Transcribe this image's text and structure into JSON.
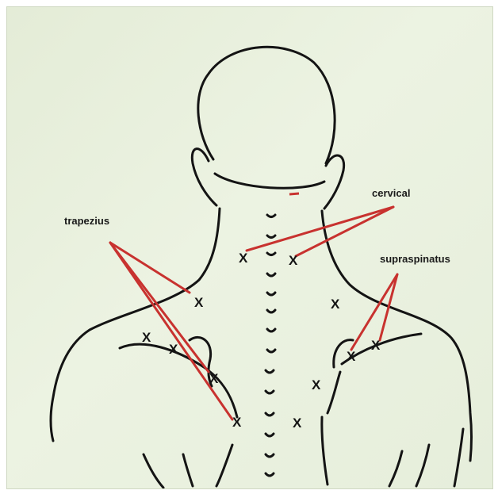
{
  "labels": {
    "trapezius": "trapezius",
    "cervical": "cervical",
    "supraspinatus": "supraspinatus"
  },
  "marker_symbol": "X",
  "colors": {
    "outline": "#141414",
    "pointer_lines": "#c8322f",
    "background": "#e8f0dc"
  }
}
